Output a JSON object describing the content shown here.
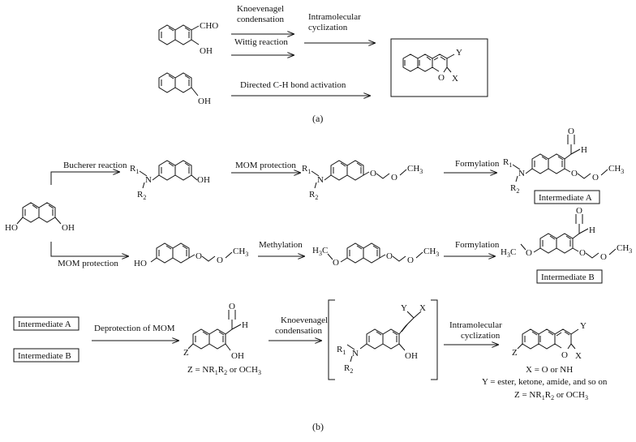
{
  "panel_a": {
    "caption": "(a)",
    "sm1_subs": {
      "cho": "CHO",
      "oh": "OH"
    },
    "sm2_subs": {
      "oh": "OH"
    },
    "arrow_knoevenagel": {
      "line1": "Knoevenagel",
      "line2": "condensation"
    },
    "arrow_wittig": "Wittig reaction",
    "arrow_cyclization": {
      "line1": "Intramolecular",
      "line2": "cyclization"
    },
    "arrow_ch": "Directed C-H bond activation",
    "product_subs": {
      "y": "Y",
      "o": "O",
      "x": "X"
    }
  },
  "panel_b": {
    "caption": "(b)",
    "start_subs": {
      "oh1": "HO",
      "oh2": "OH"
    },
    "arrow_bucherer": "Bucherer reaction",
    "arrow_mom_top": "MOM protection",
    "arrow_form_top": "Formylation",
    "arrow_mom_bottom": "MOM protection",
    "arrow_methylation": "Methylation",
    "arrow_form_bottom": "Formylation",
    "amine": {
      "r1": "R",
      "r1_sub": "1",
      "n": "N",
      "r2": "R",
      "r2_sub": "2"
    },
    "mom": {
      "o": "O",
      "ch": "CH",
      "sub": "3"
    },
    "ho": "HO",
    "h3co": {
      "h": "H",
      "sub": "3",
      "c": "C"
    },
    "aldehyde": {
      "o": "O",
      "h": "H"
    },
    "oh": "OH",
    "label_int_a": "Intermediate A",
    "label_int_b": "Intermediate B",
    "row3_box_a": "Intermediate A",
    "row3_box_b": "Intermediate B",
    "arrow_deprotection": "Deprotection of MOM",
    "arrow_knoev": {
      "line1": "Knoevenagel",
      "line2": "condensation"
    },
    "arrow_cycl": {
      "line1": "Intramolecular",
      "line2": "cyclization"
    },
    "z": "Z",
    "z_def": {
      "pre": "Z = NR",
      "s1": "1",
      "mid": "R",
      "s2": "2",
      "post": " or OCH",
      "s3": "3"
    },
    "vinyl": {
      "y": "Y",
      "x": "X"
    },
    "product": {
      "y": "Y",
      "o": "O",
      "x": "X"
    },
    "notes": {
      "x": "X = O or NH",
      "y": "Y = ester, ketone, amide, and so on",
      "z": {
        "pre": "Z = NR",
        "s1": "1",
        "mid": "R",
        "s2": "2",
        "post": " or OCH",
        "s3": "3"
      }
    }
  }
}
